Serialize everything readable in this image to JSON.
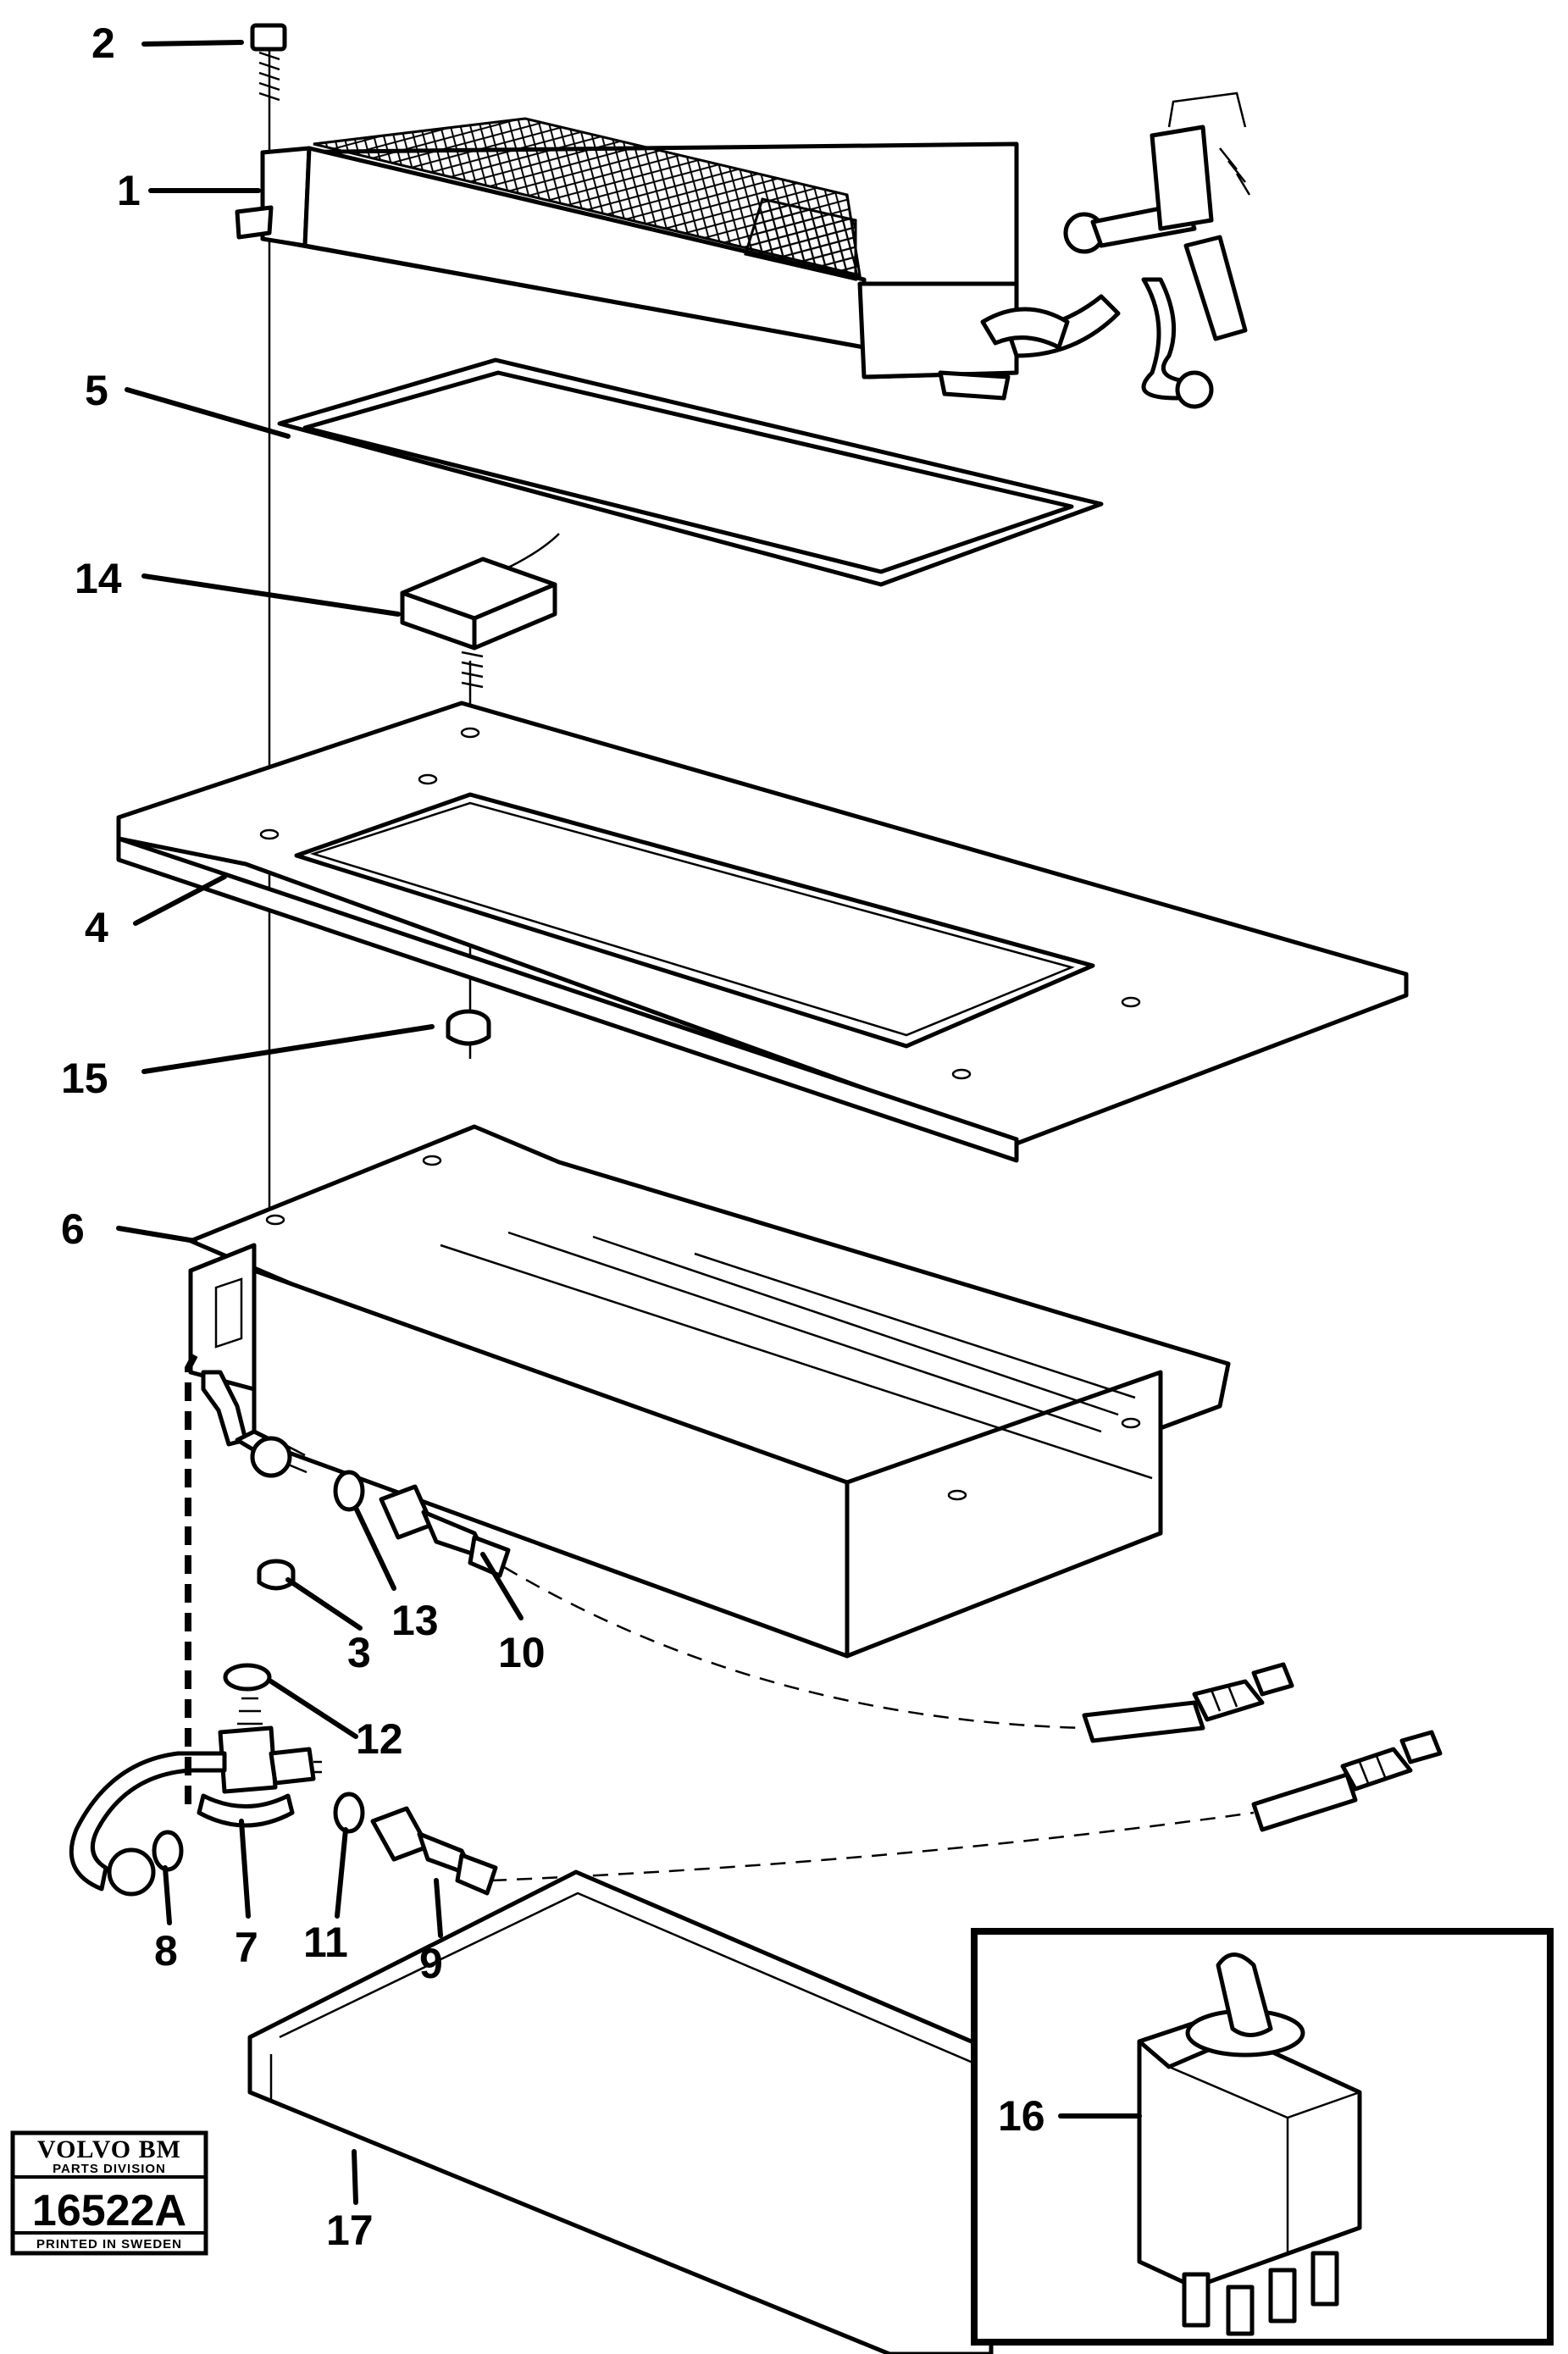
{
  "diagram": {
    "callouts": [
      "1",
      "2",
      "3",
      "4",
      "5",
      "6",
      "7",
      "8",
      "9",
      "10",
      "11",
      "12",
      "13",
      "14",
      "15",
      "16",
      "17"
    ]
  },
  "stamp": {
    "brand": "VOLVO BM",
    "division": "PARTS DIVISION",
    "code": "16522A",
    "printed": "PRINTED IN SWEDEN"
  }
}
